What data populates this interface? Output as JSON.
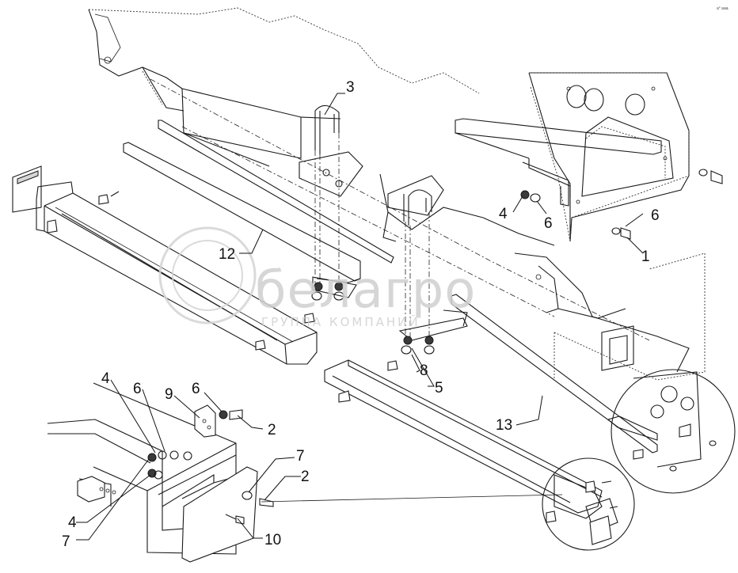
{
  "corner_mark": "a° aaa",
  "watermark": {
    "brand": "белагро",
    "subtitle": "ГРУППА КОМПАНИЙ"
  },
  "callouts": [
    {
      "id": "c-3",
      "text": "3"
    },
    {
      "id": "c-4a",
      "text": "4"
    },
    {
      "id": "c-6a",
      "text": "6"
    },
    {
      "id": "c-6b",
      "text": "6"
    },
    {
      "id": "c-1",
      "text": "1"
    },
    {
      "id": "c-12",
      "text": "12"
    },
    {
      "id": "c-8",
      "text": "8"
    },
    {
      "id": "c-5",
      "text": "5"
    },
    {
      "id": "c-13",
      "text": "13"
    },
    {
      "id": "c-4b",
      "text": "4"
    },
    {
      "id": "c-6c",
      "text": "6"
    },
    {
      "id": "c-9",
      "text": "9"
    },
    {
      "id": "c-6d",
      "text": "6"
    },
    {
      "id": "c-2a",
      "text": "2"
    },
    {
      "id": "c-7a",
      "text": "7"
    },
    {
      "id": "c-2b",
      "text": "2"
    },
    {
      "id": "c-4c",
      "text": "4"
    },
    {
      "id": "c-7b",
      "text": "7"
    },
    {
      "id": "c-10",
      "text": "10"
    }
  ]
}
